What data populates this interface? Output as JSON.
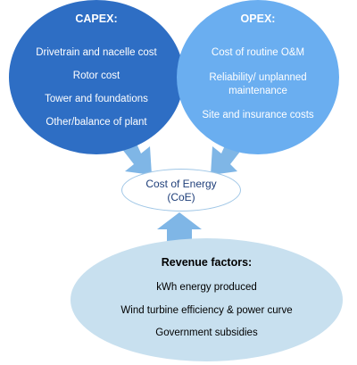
{
  "capex": {
    "title": "CAPEX:",
    "items": [
      "Drivetrain and nacelle cost",
      "Rotor cost",
      "Tower and foundations",
      "Other/balance of plant"
    ]
  },
  "opex": {
    "title": "OPEX:",
    "items": [
      "Cost of routine O&M",
      "Reliability/ unplanned",
      "maintenance",
      "Site and insurance costs"
    ]
  },
  "coe": {
    "line1": "Cost of Energy",
    "line2": "(CoE)"
  },
  "revenue": {
    "title": "Revenue factors:",
    "items": [
      "kWh energy produced",
      "Wind turbine efficiency & power curve",
      "Government subsidies"
    ]
  },
  "colors": {
    "capex": "#2e6ec4",
    "opex": "#6aaef0",
    "revenue": "#c8e0ef",
    "arrow": "#7fb6e6",
    "coe_text": "#1f3f7a"
  }
}
